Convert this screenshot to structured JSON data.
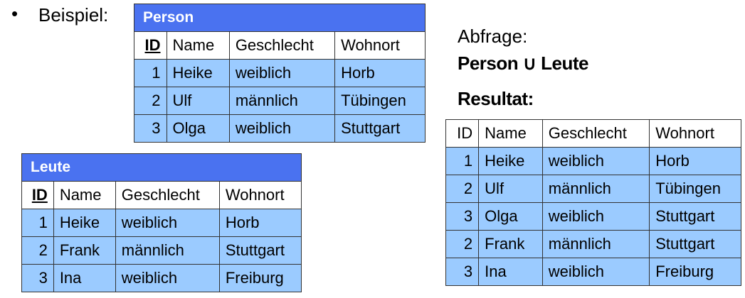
{
  "bullet": "•",
  "beispiel": "Beispiel:",
  "abfrage_label": "Abfrage:",
  "query": "Person ∪ Leute",
  "resultat_label": "Resultat:",
  "person": {
    "caption": "Person",
    "headers": [
      "ID",
      "Name",
      "Geschlecht",
      "Wohnort"
    ],
    "rows": [
      [
        "1",
        "Heike",
        "weiblich",
        "Horb"
      ],
      [
        "2",
        "Ulf",
        "männlich",
        "Tübingen"
      ],
      [
        "3",
        "Olga",
        "weiblich",
        "Stuttgart"
      ]
    ]
  },
  "leute": {
    "caption": "Leute",
    "headers": [
      "ID",
      "Name",
      "Geschlecht",
      "Wohnort"
    ],
    "rows": [
      [
        "1",
        "Heike",
        "weiblich",
        "Horb"
      ],
      [
        "2",
        "Frank",
        "männlich",
        "Stuttgart"
      ],
      [
        "3",
        "Ina",
        "weiblich",
        "Freiburg"
      ]
    ]
  },
  "result": {
    "headers": [
      "ID",
      "Name",
      "Geschlecht",
      "Wohnort"
    ],
    "rows": [
      [
        "1",
        "Heike",
        "weiblich",
        "Horb"
      ],
      [
        "2",
        "Ulf",
        "männlich",
        "Tübingen"
      ],
      [
        "3",
        "Olga",
        "weiblich",
        "Stuttgart"
      ],
      [
        "2",
        "Frank",
        "männlich",
        "Stuttgart"
      ],
      [
        "3",
        "Ina",
        "weiblich",
        "Freiburg"
      ]
    ]
  },
  "colors": {
    "caption": "#4a72f0",
    "cell": "#9bcbff"
  }
}
